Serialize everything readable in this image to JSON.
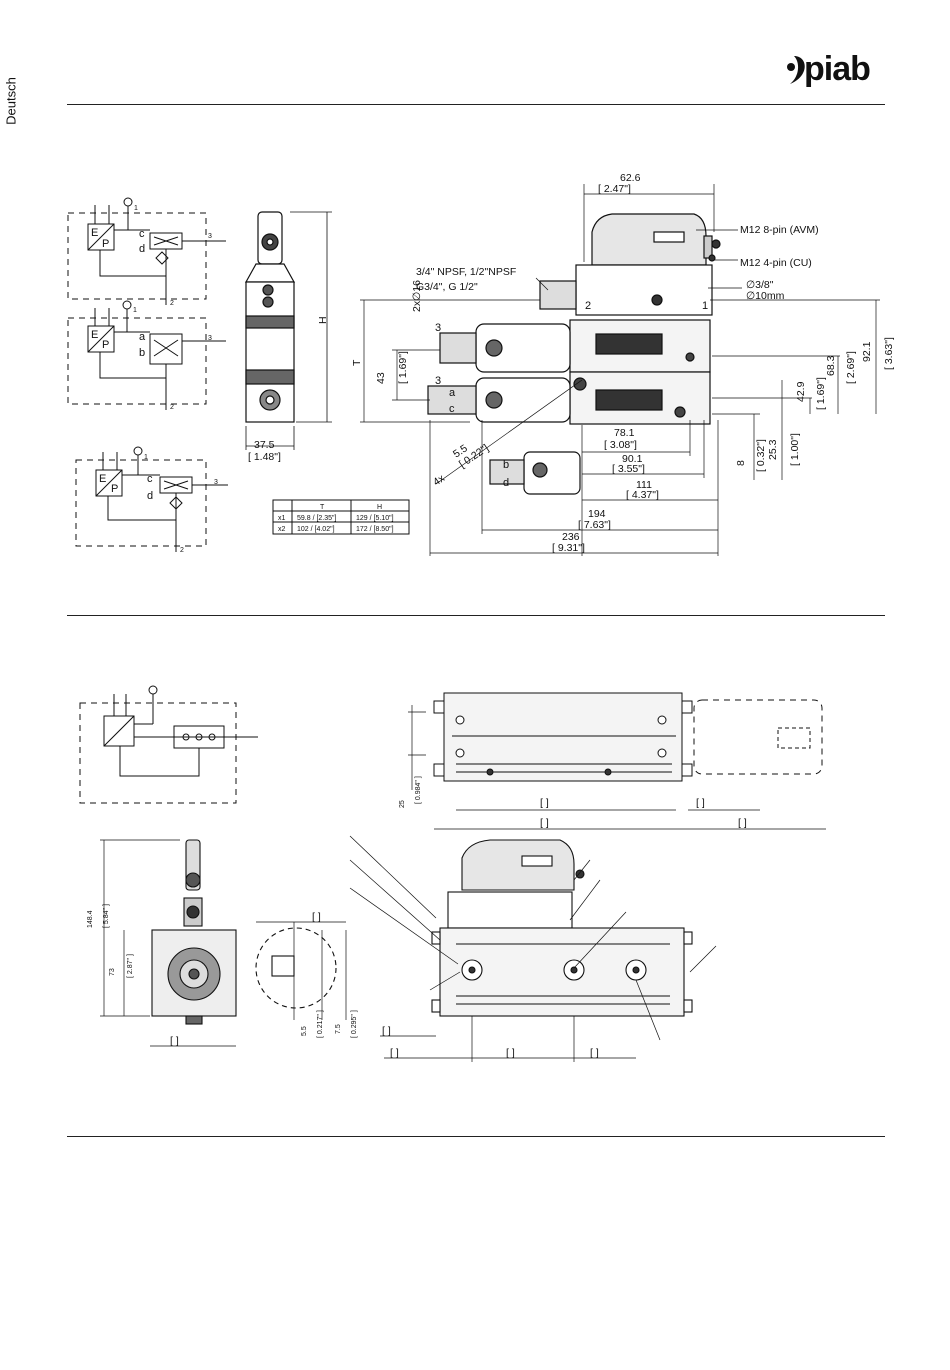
{
  "header": {
    "language": "Deutsch",
    "brand": "piab"
  },
  "colors": {
    "line": "#111111",
    "fill_gray": "#cfcfcf",
    "fill_dark": "#3a3a3a",
    "background": "#ffffff"
  },
  "section1": {
    "dims": {
      "d62": "62.6",
      "d62i": "[ 2.47\"]",
      "m12_8": "M12 8-pin (AVM)",
      "m12_4": "M12 4-pin (CU)",
      "npsf": "3/4\" NPSF, 1/2\"NPSF",
      "g34": "G3/4\", G 1/2\"",
      "d38": "∅3/8\"",
      "d10": "∅10mm",
      "twod16": "2x∅16",
      "H": "H",
      "T": "T",
      "d43": "43",
      "d43i": "[ 1.69\"]",
      "d37": "37.5",
      "d37i": "[ 1.48\"]",
      "d55": "5.5",
      "d55i": "[ 0.22\"]",
      "x4": "4x",
      "d78": "78.1",
      "d78i": "[ 3.08\"]",
      "d90": "90.1",
      "d90i": "[ 3.55\"]",
      "d111": "111",
      "d111i": "[ 4.37\"]",
      "d194": "194",
      "d194i": "[ 7.63\"]",
      "d236": "236",
      "d236i": "[ 9.31\"]",
      "d8": "8",
      "d8i": "[ 0.32\"]",
      "d25": "25.3",
      "d25i": "[ 1.00\"]",
      "d42": "42.9",
      "d42i": "[ 1.69\"]",
      "d68": "68.3",
      "d68i": "[ 2.69\"]",
      "d92": "92.1",
      "d92i": "[ 3.63\"]"
    },
    "port_labels": {
      "p1": "1",
      "p2": "2",
      "p3a": "3",
      "p3b": "3",
      "a": "a",
      "b": "b",
      "c": "c",
      "d": "d",
      "b2": "b",
      "d2": "d"
    },
    "schematic_labels": {
      "E": "E",
      "P": "P",
      "c": "c",
      "d": "d",
      "a": "a",
      "b": "b",
      "n1": "1",
      "n2": "2",
      "n3": "3"
    },
    "table": {
      "headers": [
        "",
        "T",
        "H"
      ],
      "rows": [
        [
          "x1",
          "59.8 / [2.35\"]",
          "129 / [5.10\"]"
        ],
        [
          "x2",
          "102 / [4.02\"]",
          "172 / [8.50\"]"
        ]
      ]
    }
  },
  "section2": {
    "dims": {
      "d25": "25",
      "d25i": "[ 0.984\" ]",
      "d148": "148.4",
      "d148i": "[ 5.84\" ]",
      "d73": "73",
      "d73i": "[ 2.87\" ]",
      "d55": "5.5",
      "d55i": "[ 0.217\" ]",
      "d75": "7.5",
      "d75i": "[ 0.295\" ]",
      "br": "[       ]"
    }
  }
}
